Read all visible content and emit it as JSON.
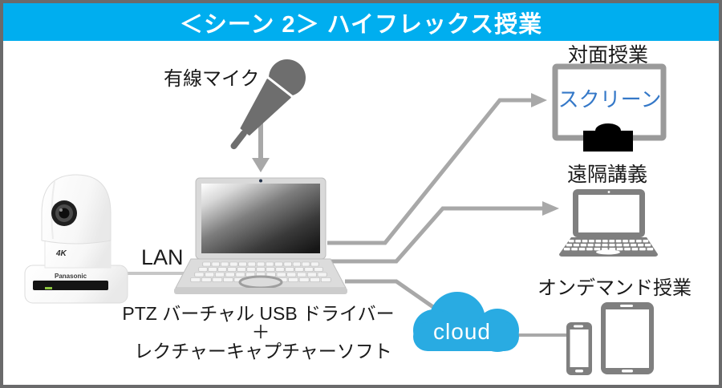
{
  "banner": {
    "title": "＜シーン 2＞ ハイフレックス授業",
    "bg_color": "#00AEEF"
  },
  "devices": {
    "microphone": {
      "label": "有線マイク"
    },
    "camera": {
      "brand": "Panasonic",
      "badge": "4K",
      "connection_label": "LAN"
    },
    "laptop": {
      "caption_line1": "PTZ バーチャル USB ドライバー",
      "caption_plus": "＋",
      "caption_line2": "レクチャーキャプチャーソフト"
    }
  },
  "outputs": {
    "face_to_face": {
      "title": "対面授業",
      "screen_label": "スクリーン"
    },
    "remote_lecture": {
      "title": "遠隔講義"
    },
    "on_demand": {
      "title": "オンデマンド授業",
      "cloud_label": "cloud"
    }
  },
  "colors": {
    "banner_blue": "#00AEEF",
    "cloud_blue": "#29ABE2",
    "connector_gray": "#A8A8A8",
    "device_gray": "#7F7F7F",
    "screen_text_blue": "#3478C8"
  }
}
